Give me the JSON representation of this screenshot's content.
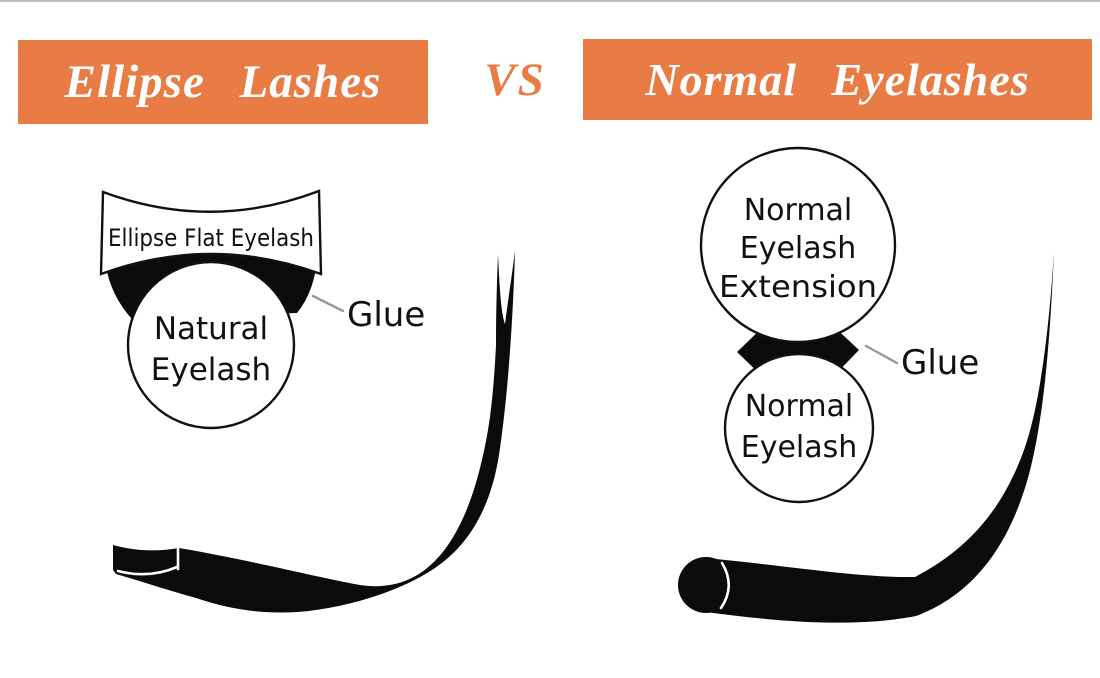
{
  "colors": {
    "accent_orange": "#e87c44",
    "background": "#ffffff",
    "ink": "#111111",
    "leader_gray": "#999999",
    "top_border": "#c2bcb4"
  },
  "header": {
    "left_title": "Ellipse Lashes",
    "vs": "VS",
    "right_title": "Normal Eyelashes"
  },
  "ellipse_side": {
    "flat_lash_label": "Ellipse Flat Eyelash",
    "natural_circle_line1": "Natural",
    "natural_circle_line2": "Eyelash",
    "glue_label": "Glue"
  },
  "normal_side": {
    "extension_circle_line1": "Normal",
    "extension_circle_line2": "Eyelash",
    "extension_circle_line3": "Extension",
    "natural_circle_line1": "Normal",
    "natural_circle_line2": "Eyelash",
    "glue_label": "Glue"
  }
}
